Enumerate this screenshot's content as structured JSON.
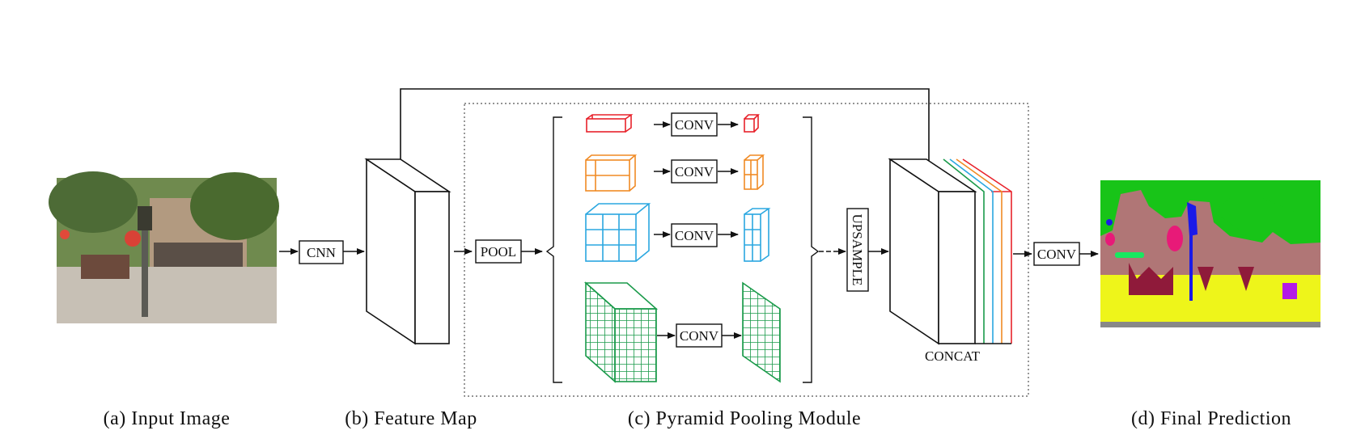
{
  "labels": {
    "cnn": "CNN",
    "pool": "POOL",
    "conv": "CONV",
    "upsample": "UPSAMPLE",
    "concat": "CONCAT"
  },
  "captions": {
    "input": "(a) Input Image",
    "feature": "(b) Feature Map",
    "pyramid": "(c) Pyramid Pooling Module",
    "prediction": "(d) Final Prediction"
  },
  "colors": {
    "level1": "#e8222b",
    "level2": "#f08a24",
    "level3": "#2aa7e0",
    "level4": "#1a9a4a",
    "line": "#111111"
  }
}
